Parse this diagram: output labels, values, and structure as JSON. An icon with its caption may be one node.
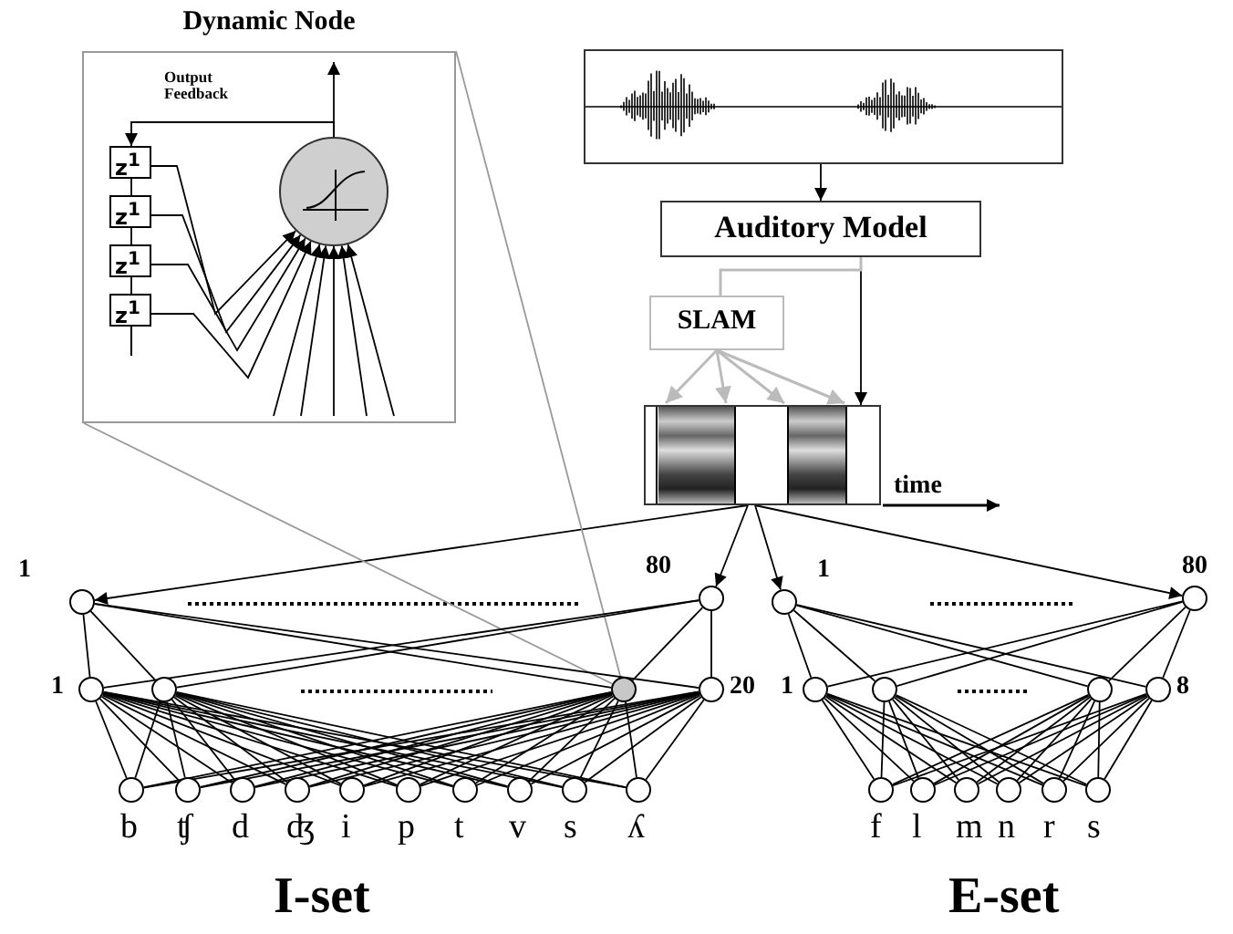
{
  "diagram": {
    "nodes": [
      {
        "text": [
          "Dynamic Node"
        ]
      },
      {
        "text": [
          "z$^{1}$"
        ],
        "in": 0
      },
      {
        "text": [
          "z$^{1}$"
        ],
        "in": 0
      },
      {
        "text": [
          "z$^{1}$"
        ],
        "in": 0
      },
      {
        "text": [
          "z$^{1}$"
        ],
        "in": 0
      },
      {
        "text": [],
        "shape": "circle",
        "in": 0
      },
      {
        "text": [],
        "shape": "picture"
      },
      {
        "text": [
          "Auditory Model"
        ]
      },
      {
        "text": [
          "SLAM"
        ]
      },
      {
        "text": [],
        "shape": "picture"
      },
      {
        "text": [],
        "shape": "circle",
        "beside": [
          "1"
        ]
      },
      {
        "text": [],
        "shape": "circle",
        "beside": [
          "80"
        ]
      },
      {
        "text": [],
        "shape": "circle",
        "beside": [
          "1"
        ]
      },
      {
        "text": [],
        "shape": "circle"
      },
      {
        "text": [],
        "shape": "circle"
      },
      {
        "text": [],
        "shape": "circle",
        "beside": [
          "20"
        ]
      },
      {
        "text": [],
        "shape": "circle",
        "beside": [
          "b"
        ]
      },
      {
        "text": [],
        "shape": "circle",
        "beside": [
          "ʧ"
        ]
      },
      {
        "text": [],
        "shape": "circle",
        "beside": [
          "d"
        ]
      },
      {
        "text": [],
        "shape": "circle",
        "beside": [
          "ʤ"
        ]
      },
      {
        "text": [],
        "shape": "circle",
        "beside": [
          "i"
        ]
      },
      {
        "text": [],
        "shape": "circle",
        "beside": [
          "p"
        ]
      },
      {
        "text": [],
        "shape": "circle",
        "beside": [
          "t"
        ]
      },
      {
        "text": [],
        "shape": "circle",
        "beside": [
          "v"
        ]
      },
      {
        "text": [],
        "shape": "circle",
        "beside": [
          "s"
        ]
      },
      {
        "text": [],
        "shape": "circle",
        "beside": [
          "ʎ"
        ]
      },
      {
        "text": [],
        "shape": "circle",
        "beside": [
          "1"
        ]
      },
      {
        "text": [],
        "shape": "circle",
        "beside": [
          "80"
        ]
      },
      {
        "text": [],
        "shape": "circle",
        "beside": [
          "1"
        ]
      },
      {
        "text": [],
        "shape": "circle"
      },
      {
        "text": [],
        "shape": "circle"
      },
      {
        "text": [],
        "shape": "circle",
        "beside": [
          "8"
        ]
      },
      {
        "text": [],
        "shape": "circle",
        "beside": [
          "f"
        ]
      },
      {
        "text": [],
        "shape": "circle",
        "beside": [
          "l"
        ]
      },
      {
        "text": [],
        "shape": "circle",
        "beside": [
          "m"
        ]
      },
      {
        "text": [],
        "shape": "circle",
        "beside": [
          "n"
        ]
      },
      {
        "text": [],
        "shape": "circle",
        "beside": [
          "r"
        ]
      },
      {
        "text": [],
        "shape": "circle",
        "beside": [
          "s"
        ]
      }
    ],
    "edges": [
      {
        "from": 5,
        "to": null,
        "arrow": "to"
      },
      {
        "from": 5,
        "to": 1,
        "arrow": "to"
      },
      {
        "from": 1,
        "to": 5,
        "arrow": "to"
      },
      {
        "from": 2,
        "to": 5,
        "arrow": "to"
      },
      {
        "from": 3,
        "to": 5,
        "arrow": "to"
      },
      {
        "from": 4,
        "to": 5,
        "arrow": "to"
      },
      {
        "from": null,
        "to": 5,
        "arrow": "to"
      },
      {
        "from": null,
        "to": 5,
        "arrow": "to"
      },
      {
        "from": null,
        "to": 5,
        "arrow": "to"
      },
      {
        "from": null,
        "to": 5,
        "arrow": "to"
      },
      {
        "from": null,
        "to": 5,
        "arrow": "to"
      },
      {
        "from": 6,
        "to": 7,
        "arrow": "to"
      },
      {
        "from": 7,
        "to": 9,
        "arrow": "to"
      },
      {
        "from": 7,
        "to": 8,
        "arrow": "none",
        "color": "#bbbbbb"
      },
      {
        "from": 8,
        "to": 9,
        "arrow": "to",
        "color": "#bbbbbb"
      },
      {
        "from": 8,
        "to": 9,
        "arrow": "to",
        "color": "#bbbbbb"
      },
      {
        "from": 8,
        "to": 9,
        "arrow": "to",
        "color": "#bbbbbb"
      },
      {
        "from": 8,
        "to": 9,
        "arrow": "to",
        "color": "#bbbbbb"
      },
      {
        "from": 9,
        "to": 10,
        "arrow": "to"
      },
      {
        "from": 9,
        "to": 11,
        "arrow": "to"
      },
      {
        "from": 9,
        "to": 26,
        "arrow": "to"
      },
      {
        "from": 9,
        "to": 27,
        "arrow": "to"
      },
      {
        "from": 0,
        "to": 14,
        "arrow": "none",
        "color": "#999999"
      },
      {
        "from": 0,
        "to": 14,
        "arrow": "none",
        "color": "#999999"
      },
      {
        "from": 10,
        "to": 12,
        "arrow": "none"
      },
      {
        "from": 10,
        "to": 13,
        "arrow": "none"
      },
      {
        "from": 10,
        "to": 14,
        "arrow": "none"
      },
      {
        "from": 10,
        "to": 15,
        "arrow": "none"
      },
      {
        "from": 11,
        "to": 12,
        "arrow": "none"
      },
      {
        "from": 11,
        "to": 13,
        "arrow": "none"
      },
      {
        "from": 11,
        "to": 14,
        "arrow": "none"
      },
      {
        "from": 11,
        "to": 15,
        "arrow": "none"
      },
      {
        "from": 12,
        "to": 16,
        "arrow": "none"
      },
      {
        "from": 12,
        "to": 17,
        "arrow": "none"
      },
      {
        "from": 12,
        "to": 18,
        "arrow": "none"
      },
      {
        "from": 12,
        "to": 19,
        "arrow": "none"
      },
      {
        "from": 12,
        "to": 20,
        "arrow": "none"
      },
      {
        "from": 12,
        "to": 21,
        "arrow": "none"
      },
      {
        "from": 12,
        "to": 22,
        "arrow": "none"
      },
      {
        "from": 12,
        "to": 23,
        "arrow": "none"
      },
      {
        "from": 12,
        "to": 24,
        "arrow": "none"
      },
      {
        "from": 12,
        "to": 25,
        "arrow": "none"
      },
      {
        "from": 13,
        "to": 16,
        "arrow": "none"
      },
      {
        "from": 13,
        "to": 17,
        "arrow": "none"
      },
      {
        "from": 13,
        "to": 18,
        "arrow": "none"
      },
      {
        "from": 13,
        "to": 19,
        "arrow": "none"
      },
      {
        "from": 13,
        "to": 20,
        "arrow": "none"
      },
      {
        "from": 13,
        "to": 21,
        "arrow": "none"
      },
      {
        "from": 13,
        "to": 22,
        "arrow": "none"
      },
      {
        "from": 13,
        "to": 23,
        "arrow": "none"
      },
      {
        "from": 13,
        "to": 24,
        "arrow": "none"
      },
      {
        "from": 13,
        "to": 25,
        "arrow": "none"
      },
      {
        "from": 14,
        "to": 16,
        "arrow": "none"
      },
      {
        "from": 14,
        "to": 17,
        "arrow": "none"
      },
      {
        "from": 14,
        "to": 18,
        "arrow": "none"
      },
      {
        "from": 14,
        "to": 19,
        "arrow": "none"
      },
      {
        "from": 14,
        "to": 20,
        "arrow": "none"
      },
      {
        "from": 14,
        "to": 21,
        "arrow": "none"
      },
      {
        "from": 14,
        "to": 22,
        "arrow": "none"
      },
      {
        "from": 14,
        "to": 23,
        "arrow": "none"
      },
      {
        "from": 14,
        "to": 24,
        "arrow": "none"
      },
      {
        "from": 14,
        "to": 25,
        "arrow": "none"
      },
      {
        "from": 15,
        "to": 16,
        "arrow": "none"
      },
      {
        "from": 15,
        "to": 17,
        "arrow": "none"
      },
      {
        "from": 15,
        "to": 18,
        "arrow": "none"
      },
      {
        "from": 15,
        "to": 19,
        "arrow": "none"
      },
      {
        "from": 15,
        "to": 20,
        "arrow": "none"
      },
      {
        "from": 15,
        "to": 21,
        "arrow": "none"
      },
      {
        "from": 15,
        "to": 22,
        "arrow": "none"
      },
      {
        "from": 15,
        "to": 23,
        "arrow": "none"
      },
      {
        "from": 15,
        "to": 24,
        "arrow": "none"
      },
      {
        "from": 15,
        "to": 25,
        "arrow": "none"
      },
      {
        "from": 26,
        "to": 28,
        "arrow": "none"
      },
      {
        "from": 26,
        "to": 29,
        "arrow": "none"
      },
      {
        "from": 26,
        "to": 30,
        "arrow": "none"
      },
      {
        "from": 26,
        "to": 31,
        "arrow": "none"
      },
      {
        "from": 27,
        "to": 28,
        "arrow": "none"
      },
      {
        "from": 27,
        "to": 29,
        "arrow": "none"
      },
      {
        "from": 27,
        "to": 30,
        "arrow": "none"
      },
      {
        "from": 27,
        "to": 31,
        "arrow": "none"
      },
      {
        "from": 28,
        "to": 32,
        "arrow": "none"
      },
      {
        "from": 28,
        "to": 33,
        "arrow": "none"
      },
      {
        "from": 28,
        "to": 34,
        "arrow": "none"
      },
      {
        "from": 28,
        "to": 35,
        "arrow": "none"
      },
      {
        "from": 28,
        "to": 36,
        "arrow": "none"
      },
      {
        "from": 28,
        "to": 37,
        "arrow": "none"
      },
      {
        "from": 29,
        "to": 32,
        "arrow": "none"
      },
      {
        "from": 29,
        "to": 33,
        "arrow": "none"
      },
      {
        "from": 29,
        "to": 34,
        "arrow": "none"
      },
      {
        "from": 29,
        "to": 35,
        "arrow": "none"
      },
      {
        "from": 29,
        "to": 36,
        "arrow": "none"
      },
      {
        "from": 29,
        "to": 37,
        "arrow": "none"
      },
      {
        "from": 30,
        "to": 32,
        "arrow": "none"
      },
      {
        "from": 30,
        "to": 33,
        "arrow": "none"
      },
      {
        "from": 30,
        "to": 34,
        "arrow": "none"
      },
      {
        "from": 30,
        "to": 35,
        "arrow": "none"
      },
      {
        "from": 30,
        "to": 36,
        "arrow": "none"
      },
      {
        "from": 30,
        "to": 37,
        "arrow": "none"
      },
      {
        "from": 31,
        "to": 32,
        "arrow": "none"
      },
      {
        "from": 31,
        "to": 33,
        "arrow": "none"
      },
      {
        "from": 31,
        "to": 34,
        "arrow": "none"
      },
      {
        "from": 31,
        "to": 35,
        "arrow": "none"
      },
      {
        "from": 31,
        "to": 36,
        "arrow": "none"
      },
      {
        "from": 31,
        "to": 37,
        "arrow": "none"
      },
      {
        "from": 1,
        "to": 2,
        "arrow": "none"
      },
      {
        "from": 2,
        "to": 3,
        "arrow": "none"
      },
      {
        "from": 3,
        "to": 4,
        "arrow": "none"
      }
    ],
    "labels": [
      "Output Feedback",
      "time",
      "I-set",
      "E-set"
    ]
  }
}
